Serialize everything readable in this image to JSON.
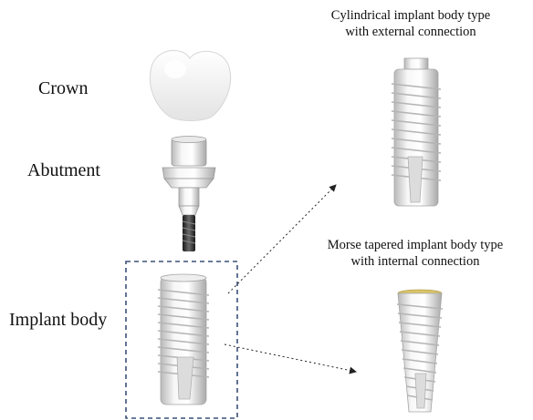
{
  "labels": {
    "crown": "Crown",
    "abutment": "Abutment",
    "implant_body": "Implant  body"
  },
  "captions": {
    "cylindrical": {
      "line1": "Cylindrical implant body type",
      "line2": "with external connection"
    },
    "tapered": {
      "line1": "Morse tapered implant body type",
      "line2": "with internal connection"
    }
  },
  "colors": {
    "text": "#111111",
    "dashed_box": "#3a5078",
    "arrow": "#222222",
    "implant_light": "#f4f4f4",
    "implant_shade": "#c9c9c9",
    "screw_dark": "#2b2b2b",
    "gold_collar": "#d9c46a"
  }
}
